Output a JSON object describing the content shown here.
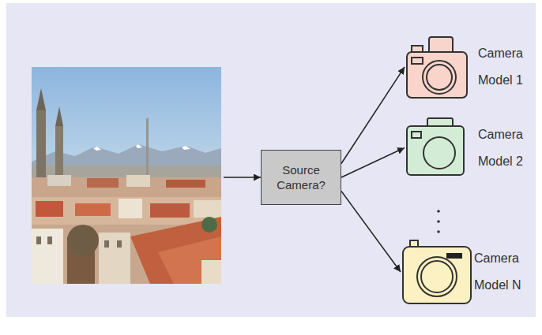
{
  "diagram": {
    "nodes": [
      {
        "text": [
          "Source Camera?"
        ]
      },
      {
        "text": [
          "Camera Model 1"
        ]
      },
      {
        "text": [
          "Camera Model 2"
        ]
      },
      {
        "text": [
          "Camera Model N"
        ]
      }
    ],
    "edges": [
      {
        "from": 0,
        "to": 1,
        "arrow": "to"
      },
      {
        "from": 0,
        "to": 2,
        "arrow": "to"
      },
      {
        "from": 0,
        "to": 3,
        "arrow": "to"
      }
    ]
  }
}
